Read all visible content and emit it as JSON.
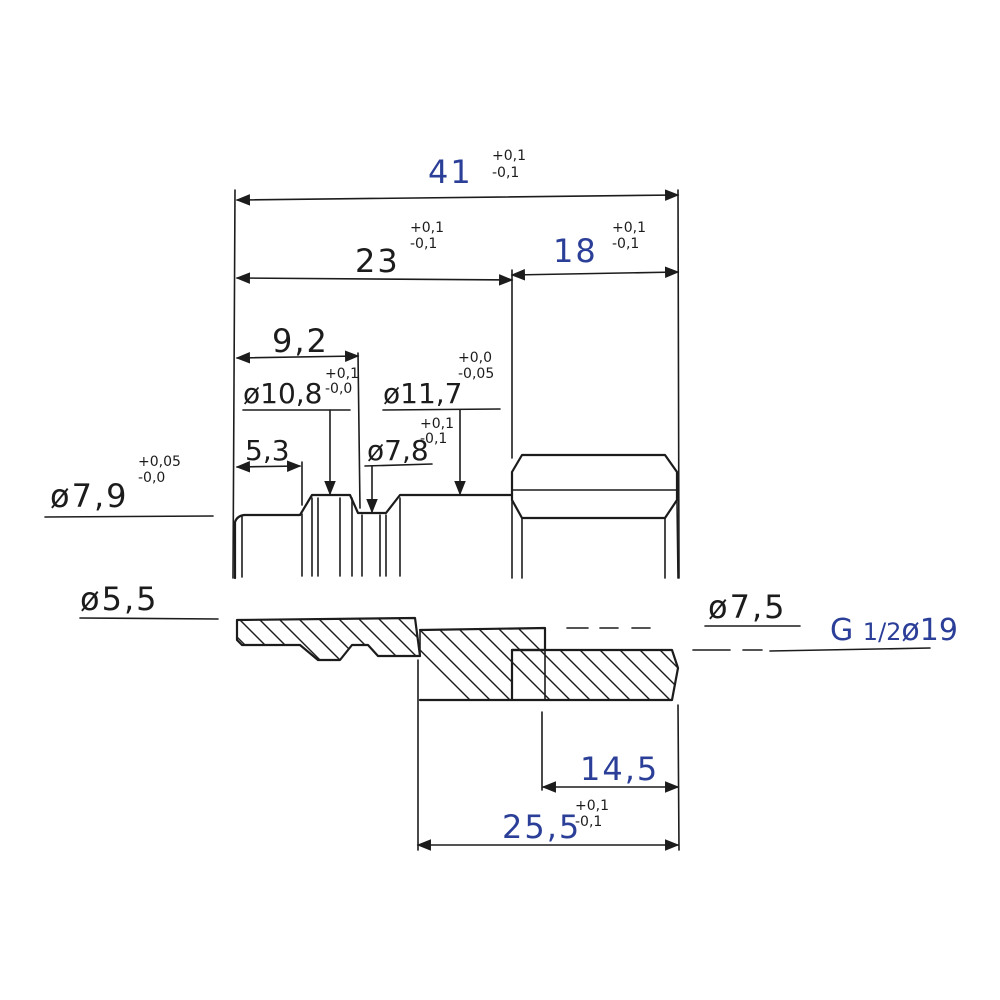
{
  "colors": {
    "ink": "#1c1c1c",
    "blue_ink": "#2b3f98",
    "paper": "#ffffff"
  },
  "dimensions": {
    "overall": {
      "value": "41",
      "tol_plus": "+0,1",
      "tol_minus": "-0,1"
    },
    "part23": {
      "value": "23",
      "tol_plus": "+0,1",
      "tol_minus": "-0,1"
    },
    "part18": {
      "value": "18",
      "tol_plus": "+0,1",
      "tol_minus": "-0,1"
    },
    "len92": {
      "value": "9,2"
    },
    "len53": {
      "value": "5,3"
    },
    "len145": {
      "value": "14,5"
    },
    "len255": {
      "value": "25,5",
      "tol_plus": "+0,1",
      "tol_minus": "-0,1"
    }
  },
  "diameters": {
    "d108": {
      "symbol": "ø",
      "value": "10,8",
      "tol_plus": "+0,1",
      "tol_minus": "-0,0"
    },
    "d117": {
      "symbol": "ø",
      "value": "11,7",
      "tol_plus": "+0,0",
      "tol_minus": "-0,05"
    },
    "d78": {
      "symbol": "ø",
      "value": "7,8",
      "tol_plus": "+0,1",
      "tol_minus": "-0,1"
    },
    "d79": {
      "symbol": "ø",
      "value": "7,9",
      "tol_plus": "+0,05",
      "tol_minus": "-0,0"
    },
    "d55": {
      "symbol": "ø",
      "value": "5,5"
    },
    "d75": {
      "symbol": "ø",
      "value": "7,5"
    },
    "thread": {
      "prefix": "G",
      "size": "1/2",
      "symbol": "ø",
      "value": "19"
    }
  }
}
